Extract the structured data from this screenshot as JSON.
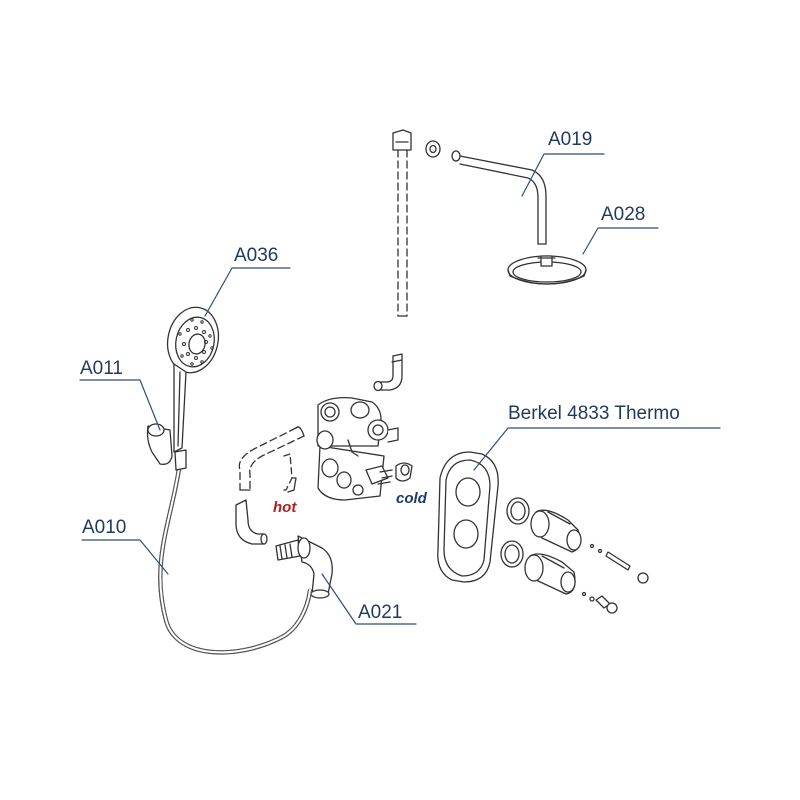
{
  "labels": {
    "a019": "A019",
    "a028": "A028",
    "a036": "A036",
    "a011": "A011",
    "a010": "A010",
    "a021": "A021",
    "product": "Berkel 4833 Thermo",
    "hot": "hot",
    "cold": "cold"
  },
  "colors": {
    "label": "#1f3a5c",
    "leader": "#2c4e78",
    "hot": "#b02020",
    "cold": "#1f3a6c",
    "line": "#333333"
  }
}
